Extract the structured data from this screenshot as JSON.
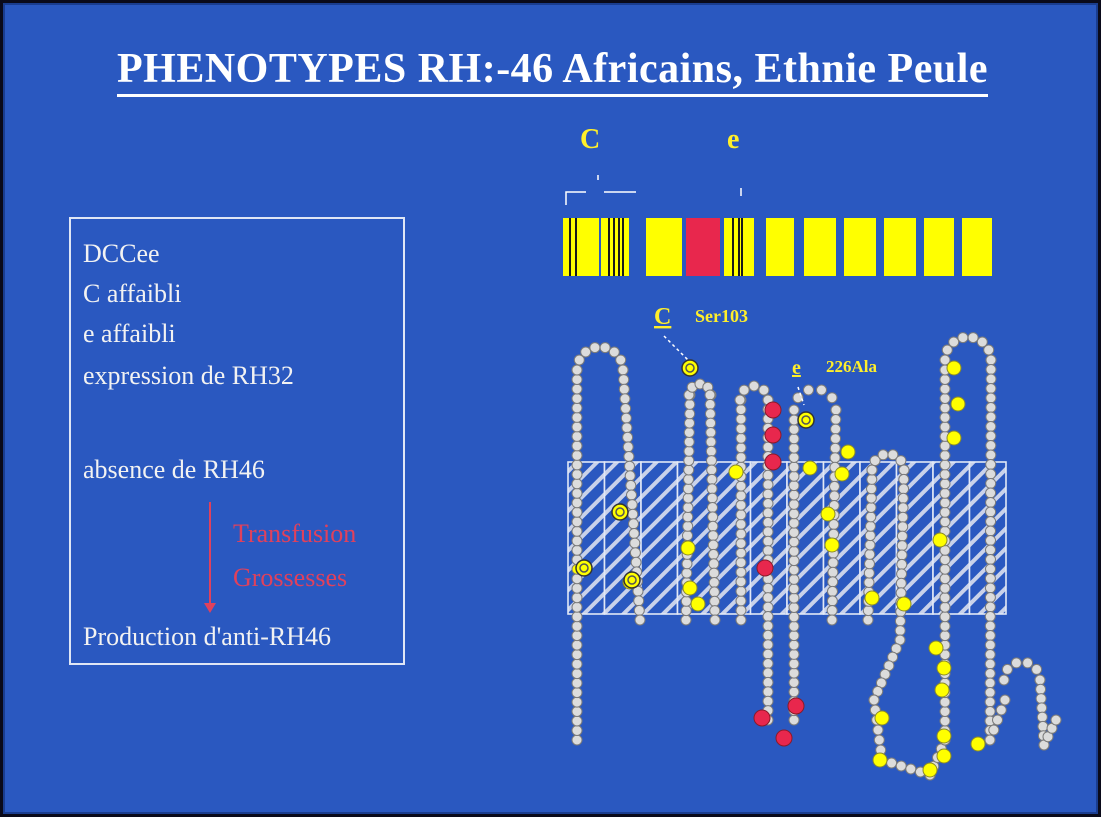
{
  "title": "PHENOTYPES  RH:-46 Africains, Ethnie Peule",
  "info": {
    "line1": "DCCee",
    "line2": "C affaibli",
    "line3": "e affaibli",
    "line4": "expression de RH32",
    "line5": "absence de RH46",
    "transfusion": "Transfusion",
    "grossesses": "Grossesses",
    "production": "Production d'anti-RH46"
  },
  "gene": {
    "label_c": "C",
    "label_e": "e"
  },
  "protein": {
    "c_label": "C",
    "c_site": "Ser103",
    "e_label": "e",
    "e_site": "226Ala"
  },
  "colors": {
    "background": "#2a58c0",
    "yellow": "#ffff00",
    "red": "#e8274d",
    "bead": "#dcdcdc",
    "label_yellow": "#ffef2a"
  }
}
